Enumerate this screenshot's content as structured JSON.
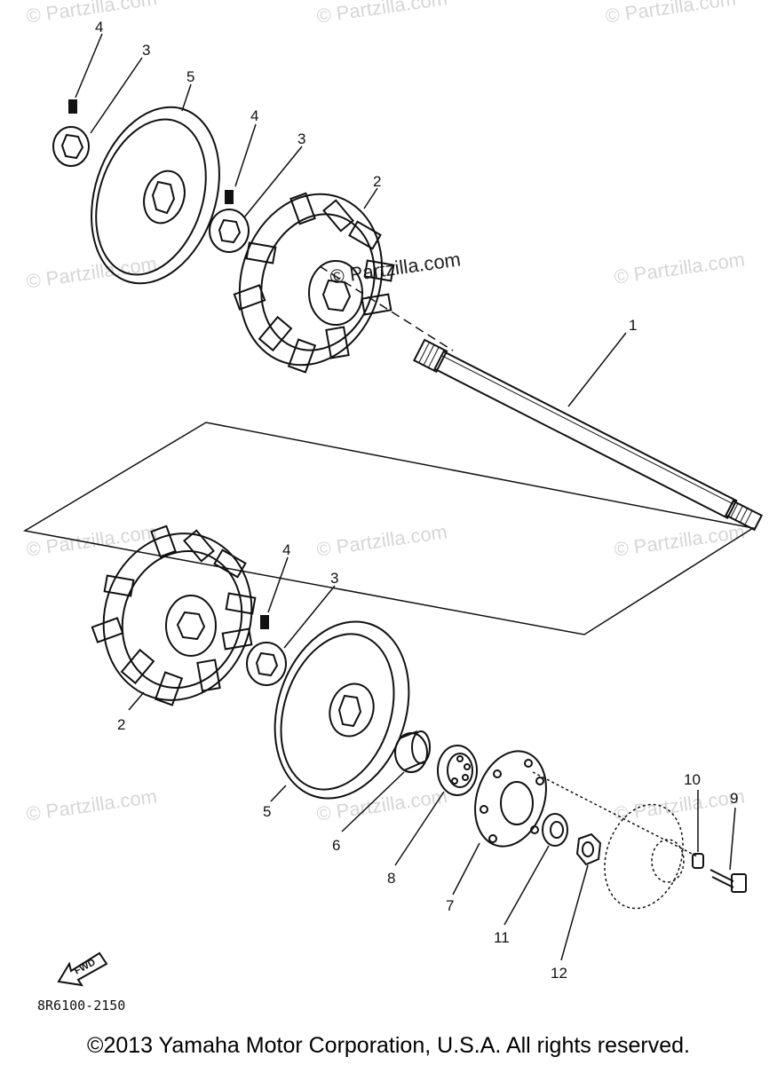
{
  "watermark": "© Partzilla.com",
  "diagram_code": "8R6100-2150",
  "copyright": "©2013  Yamaha Motor Corporation, U.S.A. All rights reserved.",
  "fwd_label": "FWD",
  "callouts": {
    "c1": "1",
    "c2a": "2",
    "c2b": "2",
    "c3a": "3",
    "c3b": "3",
    "c3c": "3",
    "c4a": "4",
    "c4b": "4",
    "c4c": "4",
    "c5a": "5",
    "c5b": "5",
    "c6": "6",
    "c7": "7",
    "c8": "8",
    "c9": "9",
    "c10": "10",
    "c11": "11",
    "c12": "12"
  }
}
